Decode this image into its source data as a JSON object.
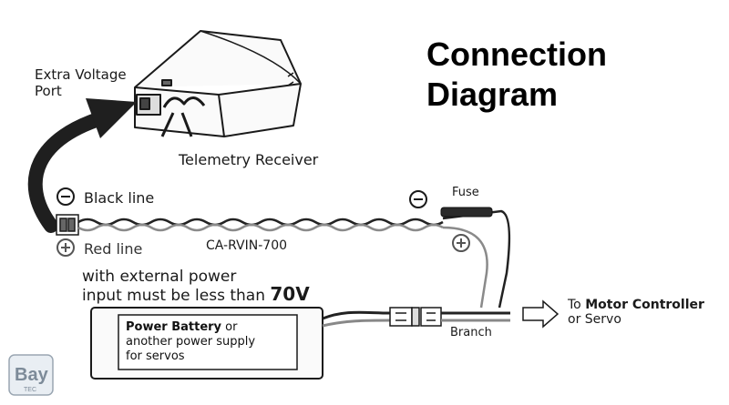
{
  "title": {
    "line1": "Connection",
    "line2": "Diagram"
  },
  "labels": {
    "extra_voltage_port_line1": "Extra Voltage",
    "extra_voltage_port_line2": "Port",
    "telemetry_receiver": "Telemetry Receiver",
    "black_line": "Black line",
    "red_line": "Red line",
    "cable": "CA-RVIN-700",
    "fuse": "Fuse",
    "power_note_line1": "with external power",
    "power_note_line2_prefix": "input must be less than ",
    "power_note_line2_value": "70V",
    "battery_bold": "Power Battery",
    "battery_rest1": " or",
    "battery_line2": "another power supply",
    "battery_line3": "for servos",
    "branch": "Branch",
    "motor_prefix": "To ",
    "motor_bold": "Motor Controller",
    "motor_line2": "or Servo"
  },
  "logo": {
    "text": "Bay",
    "sub": "TEC"
  },
  "colors": {
    "ink": "#1a1a1a",
    "wire_black": "#222222",
    "wire_red": "#777777",
    "arrow": "#1f1f1f"
  }
}
